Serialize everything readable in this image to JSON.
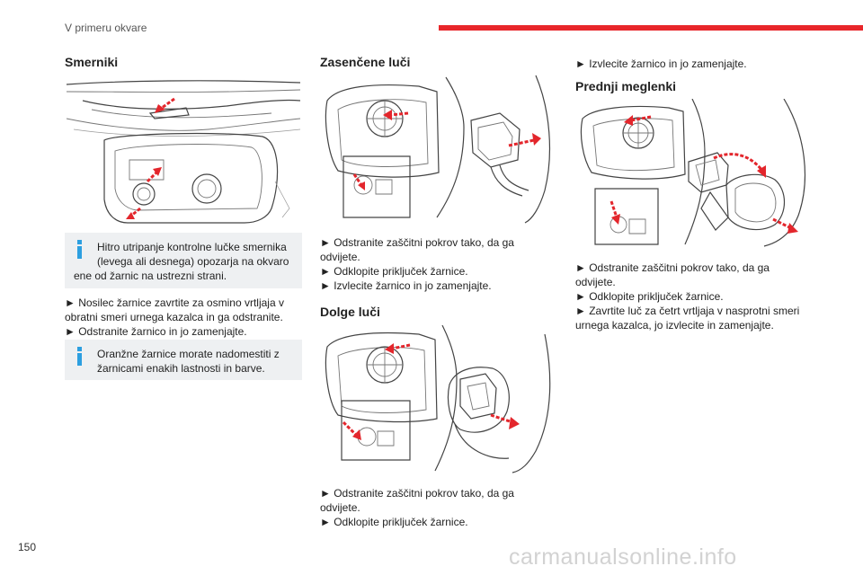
{
  "header": {
    "section_title": "V primeru okvare",
    "accent_color": "#e8262a"
  },
  "page_number": "150",
  "watermark": "carmanualsonline.info",
  "col1": {
    "title": "Smerniki",
    "info1": [
      "Hitro utripanje kontrolne lučke smernika",
      "(levega ali desnega) opozarja na okvaro",
      "ene od žarnic na ustrezni strani."
    ],
    "steps": [
      "► Nosilec žarnice zavrtite za osmino vrtljaja v",
      "obratni smeri urnega kazalca in ga odstranite.",
      "► Odstranite žarnico in jo zamenjajte."
    ],
    "info2": [
      "Oranžne žarnice morate nadomestiti z",
      "žarnicami enakih lastnosti in barve."
    ]
  },
  "col2": {
    "title1": "Zasenčene luči",
    "steps1": [
      "► Odstranite zaščitni pokrov tako, da ga",
      "odvijete.",
      "► Odklopite priključek žarnice.",
      "► Izvlecite žarnico in jo zamenjajte."
    ],
    "title2": "Dolge luči",
    "steps2": [
      "► Odstranite zaščitni pokrov tako, da ga",
      "odvijete.",
      "► Odklopite priključek žarnice."
    ]
  },
  "col3": {
    "step_top": "► Izvlecite žarnico in jo zamenjajte.",
    "title": "Prednji meglenki",
    "steps": [
      "► Odstranite zaščitni pokrov tako, da ga",
      "odvijete.",
      "► Odklopite priključek žarnice.",
      "► Zavrtite luč za četrt vrtljaja v nasprotni smeri",
      "urnega kazalca, jo izvlecite in zamenjajte."
    ]
  },
  "colors": {
    "info_icon": "#2c9fe0",
    "info_bg": "#eef0f2",
    "arrow": "#e3262c"
  }
}
